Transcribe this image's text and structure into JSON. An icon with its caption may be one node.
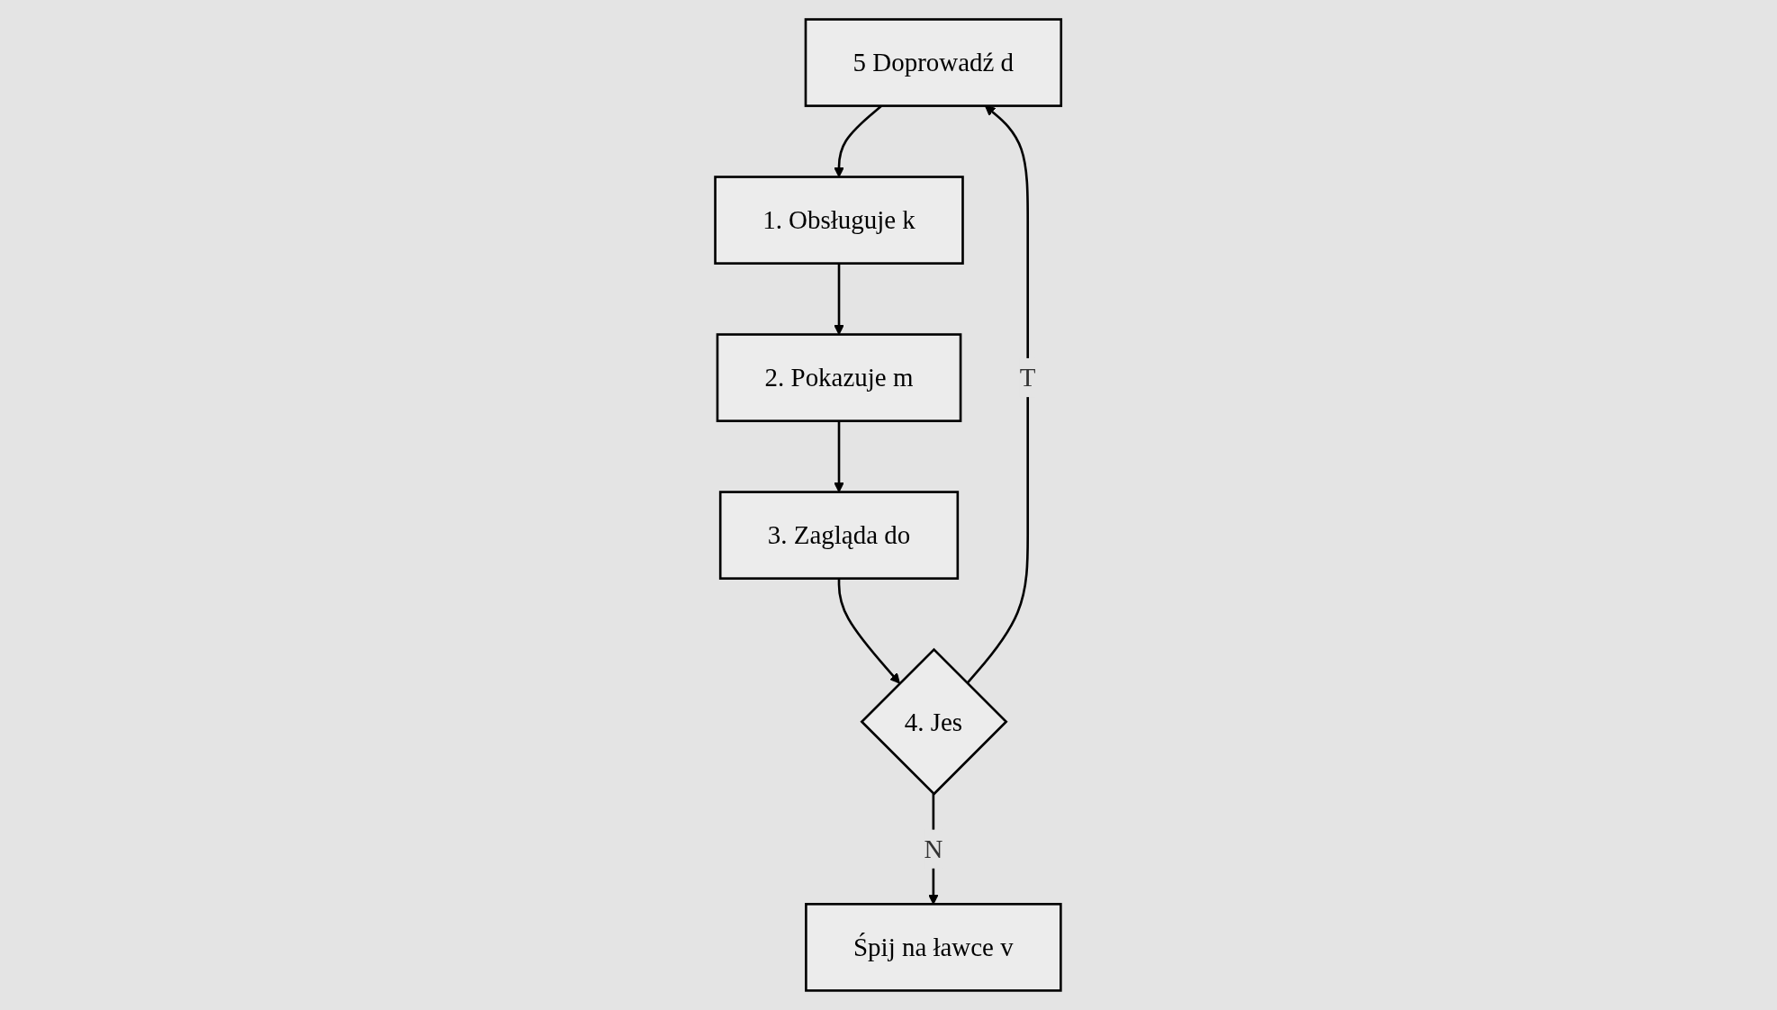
{
  "diagram": {
    "nodes": [
      {
        "text": [
          "5 Doprowadź d"
        ]
      },
      {
        "text": [
          "1. Obsługuje k"
        ]
      },
      {
        "text": [
          "2. Pokazuje m"
        ]
      },
      {
        "text": [
          "3. Zagląda do"
        ]
      },
      {
        "text": [
          "4. Jes"
        ]
      },
      {
        "text": [
          "Śpij na ławce v"
        ]
      }
    ],
    "edges": [
      {
        "from": 0,
        "to": 1,
        "arrow": "to"
      },
      {
        "from": 1,
        "to": 2,
        "arrow": "to"
      },
      {
        "from": 2,
        "to": 3,
        "arrow": "to"
      },
      {
        "from": 3,
        "to": 4,
        "arrow": "to"
      },
      {
        "from": 4,
        "to": 0,
        "arrow": "to",
        "label": "T"
      },
      {
        "from": 4,
        "to": 5,
        "arrow": "to",
        "label": "N"
      }
    ]
  }
}
